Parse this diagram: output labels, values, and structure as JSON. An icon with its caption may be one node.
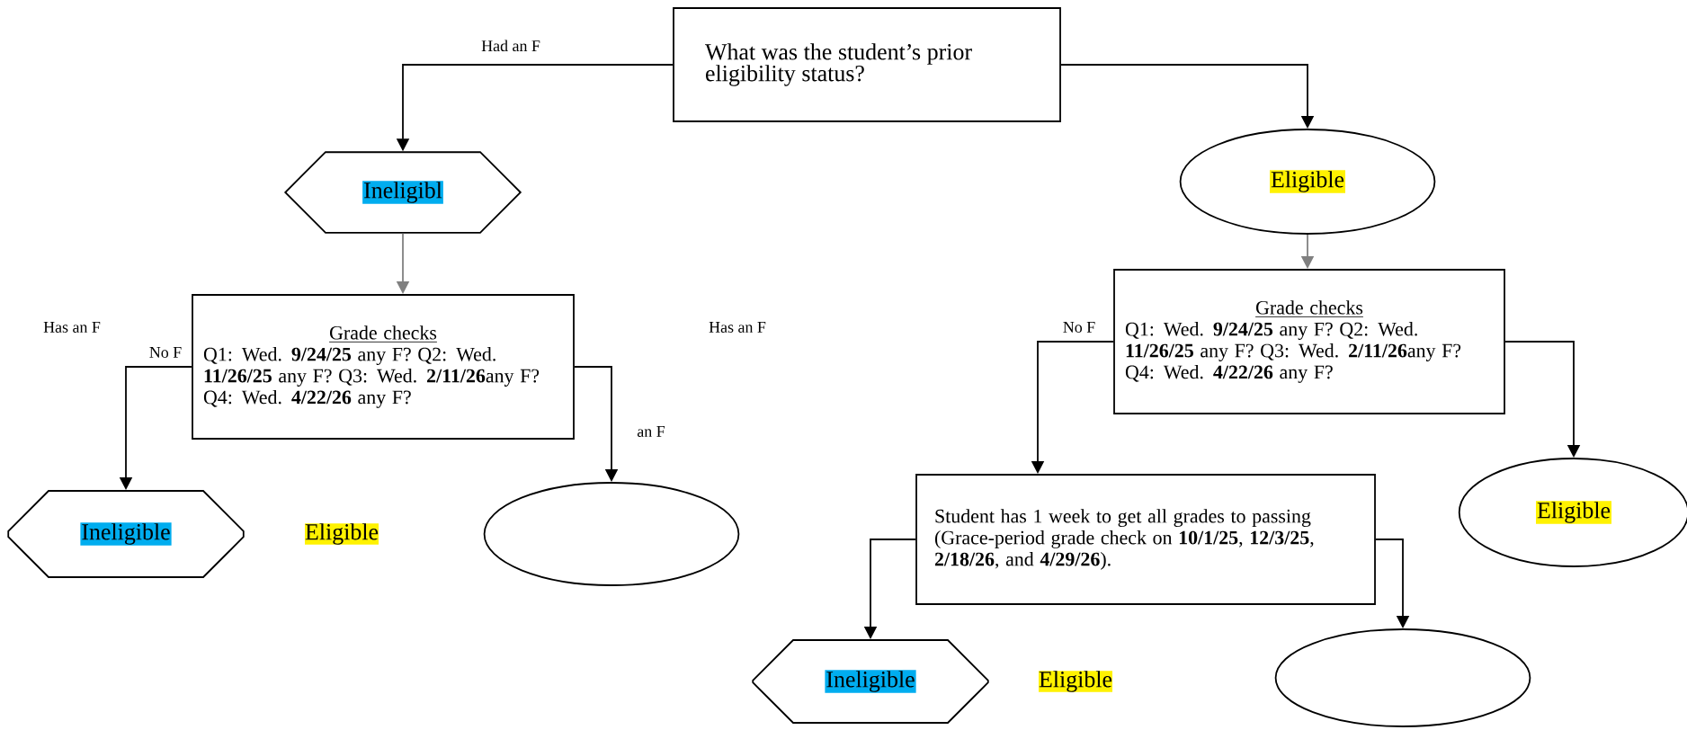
{
  "diagram": {
    "nodes": [
      {
        "text": [
          "What was the student’s prior eligibility status?"
        ]
      },
      {
        "text": [
          "Ineligibl"
        ]
      },
      {
        "text": [
          "Eligible"
        ]
      },
      {
        "text": [
          "Grade checks",
          "Q1: Wed. **9/24/25** any F? Q2: Wed. **11/26/25** any F? Q3: Wed. **2/11/26**any F? Q4: Wed. **4/22/26** any F?"
        ]
      },
      {
        "text": [
          "Ineligible"
        ]
      },
      {
        "text": [],
        "shape": "ellipse"
      },
      {
        "text": [
          "Grade checks",
          "Q1: Wed. **9/24/25** any F? Q2: Wed. **11/26/25** any F? Q3: Wed. **2/11/26**any F? Q4: Wed. **4/22/26** any F?"
        ]
      },
      {
        "text": [
          "Eligible"
        ]
      },
      {
        "text": [
          "Student has 1 week to get all grades to passing",
          "(Grace-period grade check on **10/1/25**, **12/3/25**, **2/18/26**, and **4/29/26**)."
        ]
      },
      {
        "text": [
          "Ineligible"
        ]
      },
      {
        "text": [],
        "shape": "ellipse"
      }
    ],
    "edges": [
      {
        "from": 0,
        "to": 1,
        "arrow": "to",
        "label": "Had an F"
      },
      {
        "from": 0,
        "to": 2,
        "arrow": "to"
      },
      {
        "from": 1,
        "to": 3,
        "arrow": "to",
        "color": "#808080"
      },
      {
        "from": 3,
        "to": 4,
        "arrow": "to"
      },
      {
        "from": 3,
        "to": 5,
        "arrow": "to"
      },
      {
        "from": 2,
        "to": 6,
        "arrow": "to",
        "color": "#808080"
      },
      {
        "from": 6,
        "to": 8,
        "arrow": "to"
      },
      {
        "from": 6,
        "to": 7,
        "arrow": "to"
      },
      {
        "from": 8,
        "to": 9,
        "arrow": "to"
      },
      {
        "from": 8,
        "to": 10,
        "arrow": "to"
      }
    ],
    "labels": [
      "Has an F",
      "No F",
      "Has an F",
      "No F",
      "an F",
      "Eligible",
      "Eligible"
    ]
  }
}
